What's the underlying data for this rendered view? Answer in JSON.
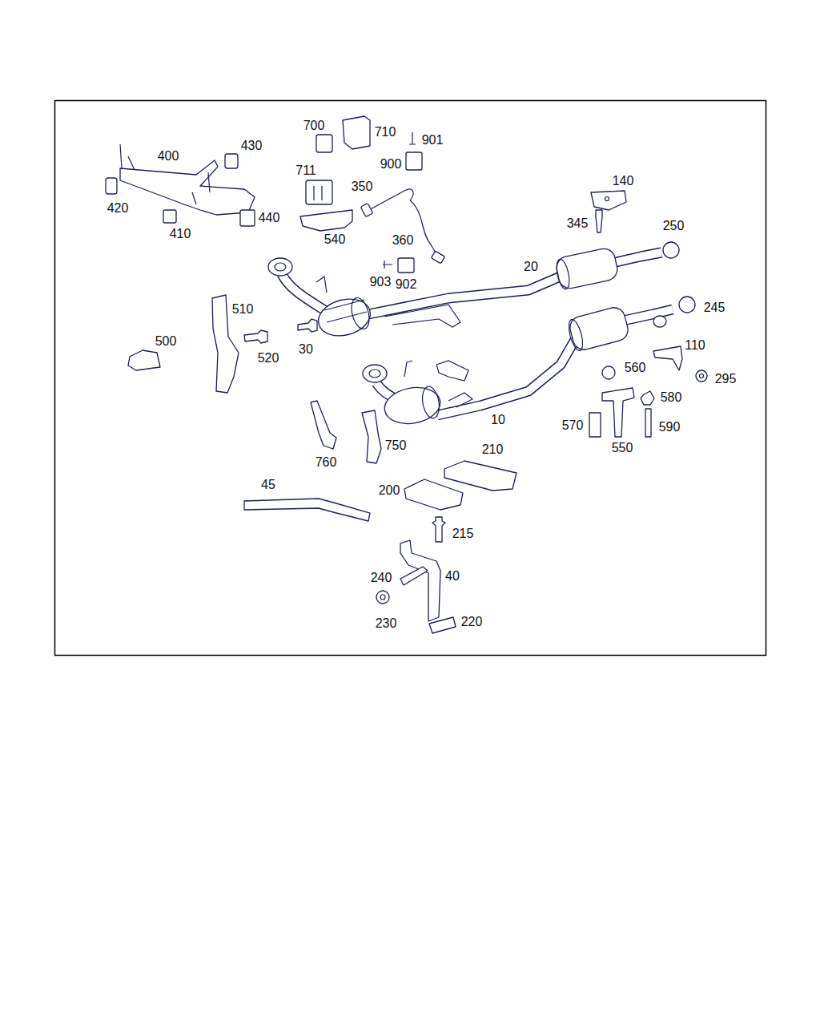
{
  "diagram": {
    "labels": [
      "700",
      "710",
      "901",
      "400",
      "430",
      "900",
      "140",
      "711",
      "350",
      "420",
      "440",
      "410",
      "345",
      "250",
      "540",
      "360",
      "20",
      "903",
      "902",
      "245",
      "510",
      "30",
      "500",
      "520",
      "110",
      "295",
      "560",
      "580",
      "10",
      "570",
      "590",
      "550",
      "750",
      "210",
      "760",
      "45",
      "200",
      "215",
      "240",
      "40",
      "230",
      "220"
    ]
  }
}
